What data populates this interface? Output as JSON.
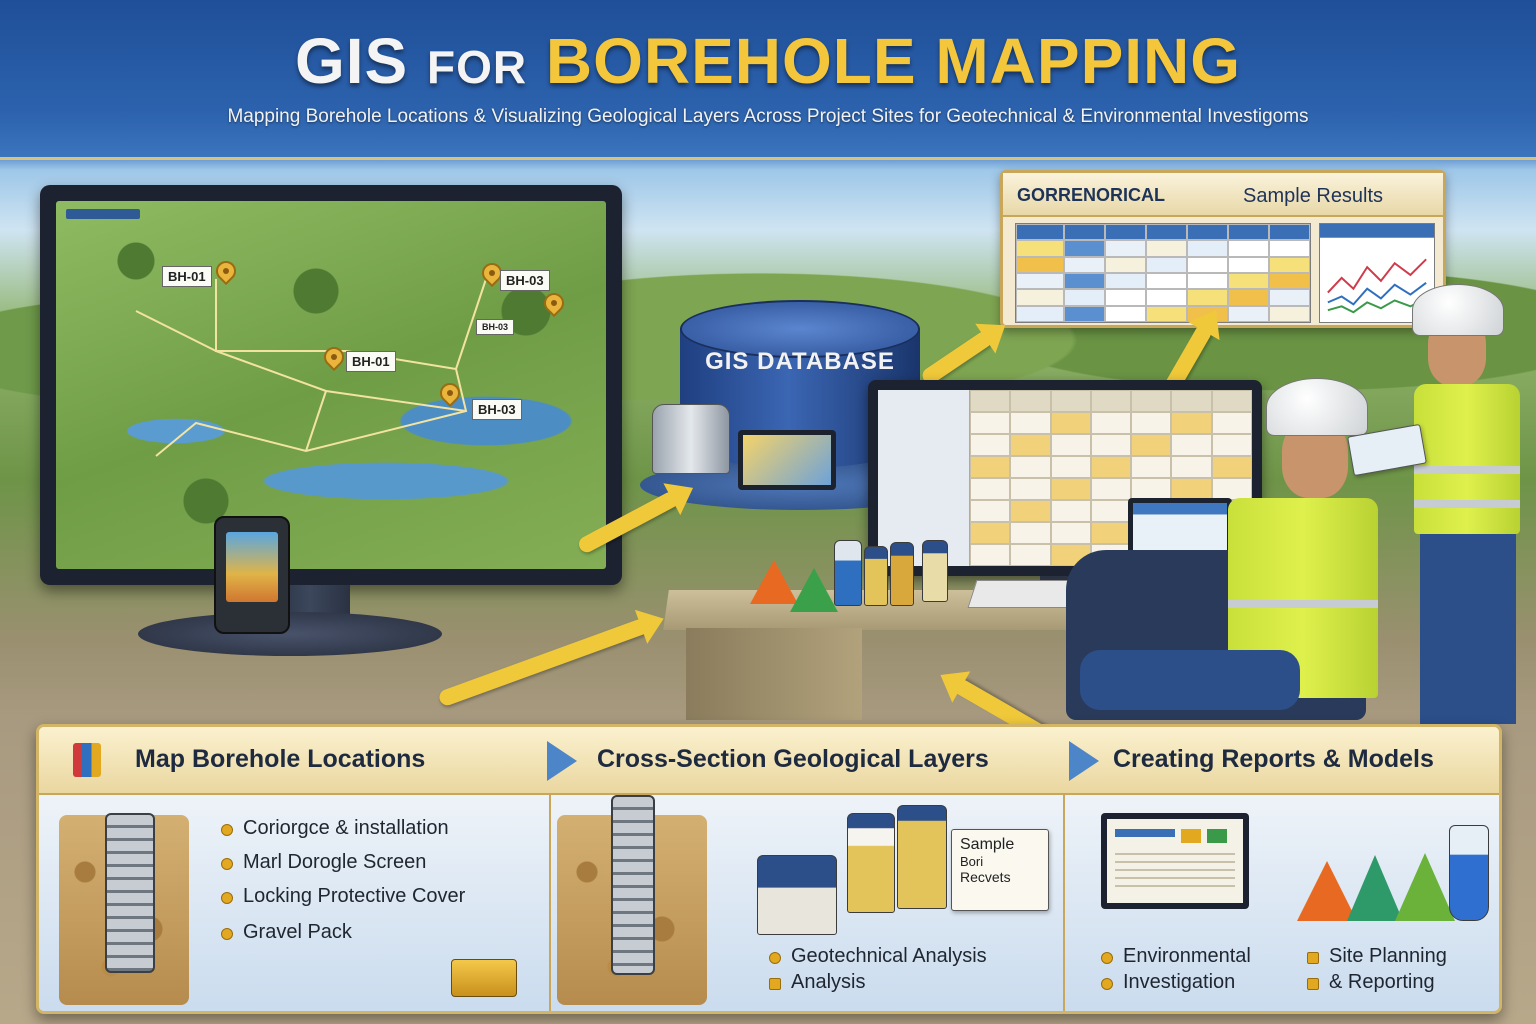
{
  "header": {
    "title_part1": "GIS",
    "title_part1b": "FOR",
    "title_part2": "BOREHOLE MAPPING",
    "subtitle": "Mapping Borehole Locations & Visualizing Geological Layers Across Project Sites for Geotechnical & Environmental Investigoms"
  },
  "map": {
    "pins": [
      {
        "label": "BH-01"
      },
      {
        "label": "BH-03"
      },
      {
        "label": "BH-01"
      },
      {
        "label": "BH-03"
      },
      {
        "label": "BH-03"
      }
    ]
  },
  "database": {
    "label": "GIS DATABASE"
  },
  "results_panel": {
    "left_tab": "GORRENORICAL",
    "right_tab": "Sample Results"
  },
  "bottom": {
    "sections": [
      {
        "title": "Map Borehole Locations",
        "bullets": [
          "Coriorgce & installation",
          "Marl Dorogle Screen",
          "Locking Protective Cover",
          "Gravel Pack"
        ]
      },
      {
        "title": "Cross-Section Geological Layers",
        "card_lines": [
          "Sample",
          "Bori",
          "Recvets"
        ],
        "bullets": [
          "Geotechnical Analysis",
          "Analysis"
        ]
      },
      {
        "title": "Creating Reports & Models",
        "bullets_left": [
          "Environmental",
          "Investigation"
        ],
        "bullets_right": [
          "Site Planning",
          "& Reporting"
        ]
      }
    ]
  },
  "colors": {
    "header_blue": "#2c62ad",
    "title_gold": "#f3c63c",
    "accent_gold": "#d2b566",
    "vest_yellow": "#dff04c"
  }
}
